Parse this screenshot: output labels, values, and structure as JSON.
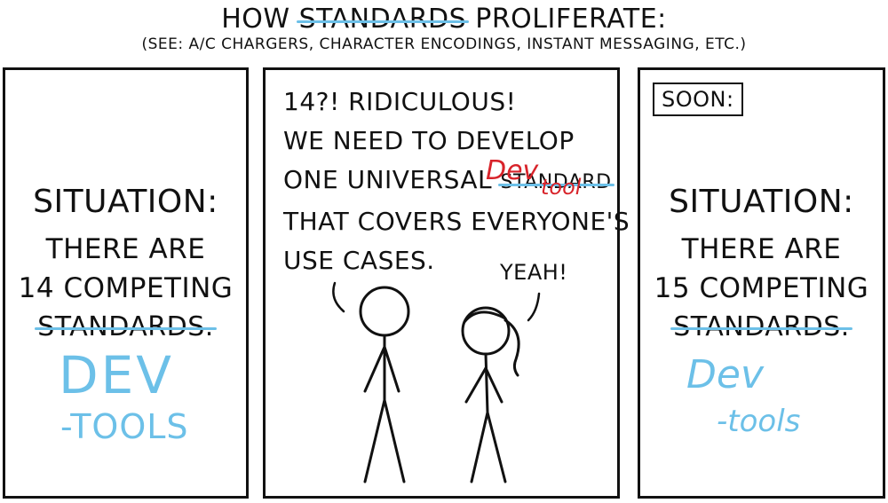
{
  "header": {
    "title_pre": "HOW",
    "title_struck": "STANDARDS",
    "title_post": "PROLIFERATE:",
    "subtitle": "(SEE: A/C CHARGERS, CHARACTER ENCODINGS, INSTANT MESSAGING, ETC.)"
  },
  "panel1": {
    "situation": "SITUATION:",
    "line1": "THERE ARE",
    "line2": "14 COMPETING",
    "struck": "STANDARDS.",
    "replace_top": "DEV",
    "replace_bottom": "-TOOLS"
  },
  "panel2": {
    "speech": [
      "14?! RIDICULOUS!",
      "WE NEED TO DEVELOP",
      "ONE UNIVERSAL",
      "THAT COVERS EVERYONE'S",
      "USE CASES."
    ],
    "struck": "STANDARD",
    "replace_top": "Dev",
    "replace_bottom": "tool",
    "reply": "YEAH!"
  },
  "panel3": {
    "soon": "SOON:",
    "situation": "SITUATION:",
    "line1": "THERE ARE",
    "line2": "15 COMPETING",
    "struck": "STANDARDS.",
    "replace_top": "Dev",
    "replace_bottom": "-tools"
  },
  "colors": {
    "ink": "#111111",
    "strike_blue": "#6cc0e8",
    "edit_red": "#d8232a"
  }
}
